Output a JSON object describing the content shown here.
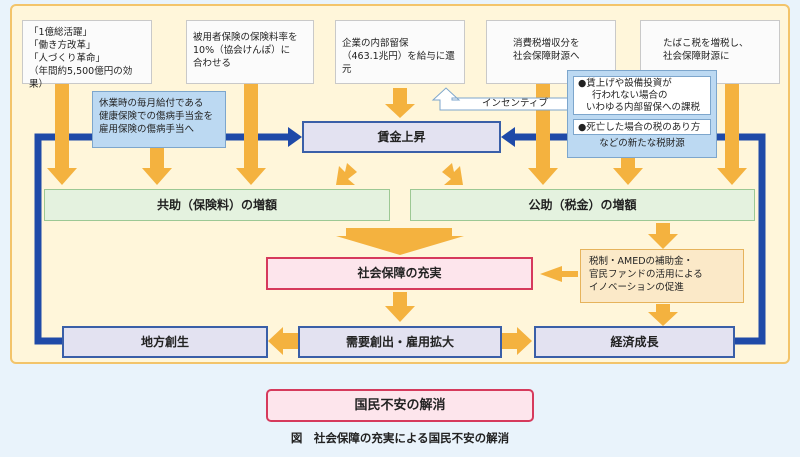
{
  "sources": [
    {
      "lines": [
        "「1億総活躍」",
        "「働き方改革」",
        "「人づくり革命」",
        "（年間約5,500億円の効果）"
      ]
    },
    {
      "lines": [
        "被用者保険の保険料率を",
        "10%（協会けんぽ）に",
        "合わせる"
      ]
    },
    {
      "lines": [
        "企業の内部留保",
        "（463.1兆円）を給与に還元"
      ]
    },
    {
      "lines": [
        "消費税増収分を",
        "社会保障財源へ"
      ]
    },
    {
      "lines": [
        "たばこ税を増税し、",
        "社会保障財源に"
      ]
    }
  ],
  "sick_pay_note": {
    "lines": [
      "休業時の毎月給付である",
      "健康保険での傷病手当金を",
      "雇用保険の傷病手当へ"
    ]
  },
  "tax_note": {
    "item1": [
      "●賃上げや設備投資が",
      "行われない場合の",
      "いわゆる内部留保への課税"
    ],
    "item2": "●死亡した場合の税のあり方",
    "footer": "などの新たな税財源",
    "incentive": "インセンティブ"
  },
  "wage_increase": "賃金上昇",
  "mutual_aid": "共助（保険料）の増額",
  "public_aid": "公助（税金）の増額",
  "innovation": {
    "lines": [
      "税制・AMEDの補助金・",
      "官民ファンドの活用による",
      "イノベーションの促進"
    ]
  },
  "social_security": "社会保障の充実",
  "regional": "地方創生",
  "demand": "需要創出・雇用拡大",
  "growth": "経済成長",
  "result": "国民不安の解消",
  "caption": "図　社会保障の充実による国民不安の解消",
  "colors": {
    "arrow": "#f4b23f",
    "loop": "#1f4aa8",
    "pink_border": "#d63a5c",
    "panel": "#fff6da"
  }
}
